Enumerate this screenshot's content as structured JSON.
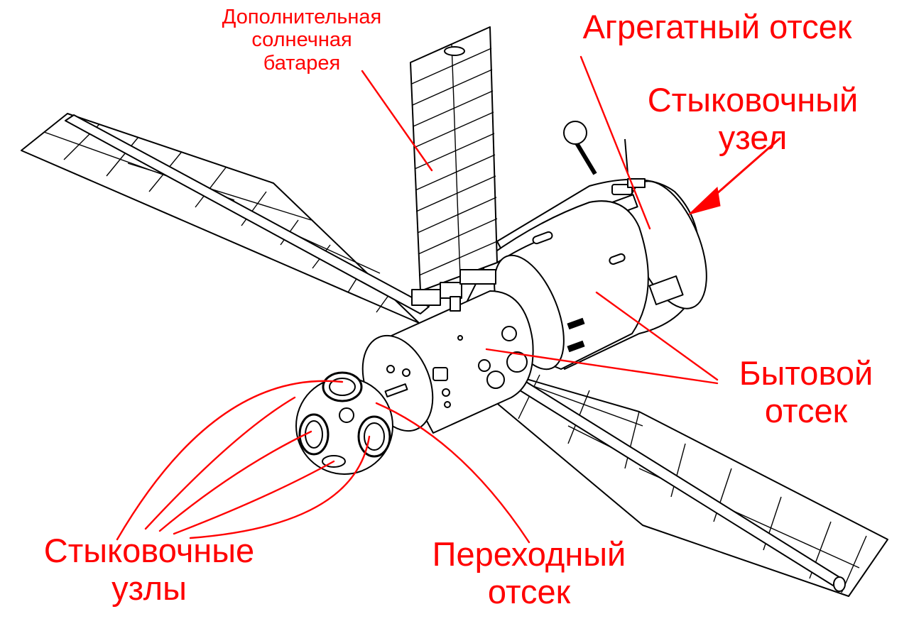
{
  "colors": {
    "leader": "#ff0000",
    "line": "#000000",
    "background": "#ffffff"
  },
  "labels": {
    "extra_solar": [
      "Дополнительная",
      "солнечная",
      "батарея"
    ],
    "aggregate": [
      "Агрегатный отсек"
    ],
    "docking_node": [
      "Стыковочный",
      "узел"
    ],
    "living": [
      "Бытовой",
      "отсек"
    ],
    "transfer": [
      "Переходный",
      "отсек"
    ],
    "docking_nodes": [
      "Стыковочные",
      "узлы"
    ]
  }
}
